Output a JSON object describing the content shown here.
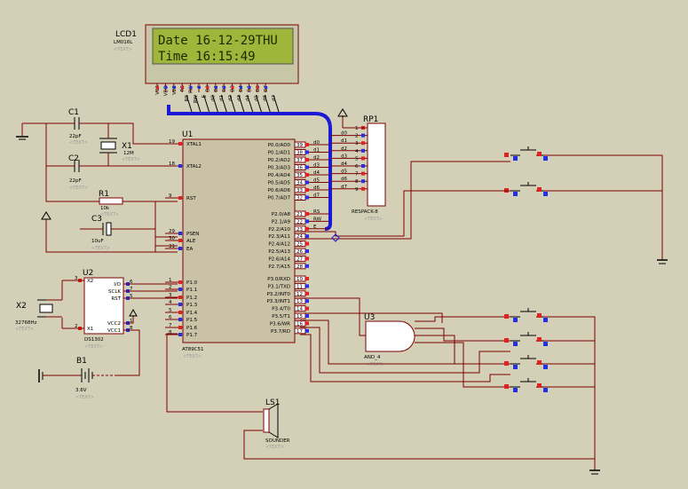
{
  "lcd": {
    "ref": "LCD1",
    "model": "LM016L",
    "text_tag": "<TEXT>",
    "line1": "Date 16-12-29THU",
    "line2": "Time 16:15:49",
    "pins": [
      "VSS",
      "VDD",
      "VEE",
      "RS",
      "RW",
      "E",
      "D0",
      "D1",
      "D2",
      "D3",
      "D4",
      "D5",
      "D6",
      "D7"
    ],
    "bus_pins": [
      "RS",
      "RW",
      "E",
      "d0",
      "d1",
      "d2",
      "d3",
      "d4",
      "d5",
      "d6",
      "d7"
    ],
    "lcd_color": "#9fb63a"
  },
  "mcu": {
    "ref": "U1",
    "model": "AT89C51",
    "text_tag": "<TEXT>",
    "left_pins": [
      {
        "num": "19",
        "name": "XTAL1"
      },
      {
        "num": "18",
        "name": "XTAL2"
      },
      {
        "num": "9",
        "name": "RST"
      },
      {
        "num": "29",
        "name": "PSEN"
      },
      {
        "num": "30",
        "name": "ALE"
      },
      {
        "num": "31",
        "name": "EA"
      },
      {
        "num": "1",
        "name": "P1.0"
      },
      {
        "num": "2",
        "name": "P1.1"
      },
      {
        "num": "3",
        "name": "P1.2"
      },
      {
        "num": "4",
        "name": "P1.3"
      },
      {
        "num": "5",
        "name": "P1.4"
      },
      {
        "num": "6",
        "name": "P1.5"
      },
      {
        "num": "7",
        "name": "P1.6"
      },
      {
        "num": "8",
        "name": "P1.7"
      }
    ],
    "right_pins": [
      {
        "num": "39",
        "name": "P0.0/AD0",
        "net": "d0"
      },
      {
        "num": "38",
        "name": "P0.1/AD1",
        "net": "d1"
      },
      {
        "num": "37",
        "name": "P0.2/AD2",
        "net": "d2"
      },
      {
        "num": "36",
        "name": "P0.3/AD3",
        "net": "d3"
      },
      {
        "num": "35",
        "name": "P0.4/AD4",
        "net": "d4"
      },
      {
        "num": "34",
        "name": "P0.5/AD5",
        "net": "d5"
      },
      {
        "num": "33",
        "name": "P0.6/AD6",
        "net": "d6"
      },
      {
        "num": "32",
        "name": "P0.7/AD7",
        "net": "d7"
      },
      {
        "num": "21",
        "name": "P2.0/A8",
        "net": "RS"
      },
      {
        "num": "22",
        "name": "P2.1/A9",
        "net": "RW"
      },
      {
        "num": "23",
        "name": "P2.2/A10",
        "net": "E"
      },
      {
        "num": "24",
        "name": "P2.3/A11",
        "net": ""
      },
      {
        "num": "25",
        "name": "P2.4/A12",
        "net": ""
      },
      {
        "num": "26",
        "name": "P2.5/A13",
        "net": ""
      },
      {
        "num": "27",
        "name": "P2.6/A14",
        "net": ""
      },
      {
        "num": "28",
        "name": "P2.7/A15",
        "net": ""
      },
      {
        "num": "10",
        "name": "P3.0/RXD",
        "net": ""
      },
      {
        "num": "11",
        "name": "P3.1/TXD",
        "net": ""
      },
      {
        "num": "12",
        "name": "P3.2/INT0",
        "net": ""
      },
      {
        "num": "13",
        "name": "P3.3/INT1",
        "net": ""
      },
      {
        "num": "14",
        "name": "P3.4/T0",
        "net": ""
      },
      {
        "num": "15",
        "name": "P3.5/T1",
        "net": ""
      },
      {
        "num": "16",
        "name": "P3.6/WR",
        "net": ""
      },
      {
        "num": "17",
        "name": "P3.7/RD",
        "net": ""
      }
    ]
  },
  "rp": {
    "ref": "RP1",
    "model": "RESPACK-8",
    "text_tag": "<TEXT>",
    "pins": [
      {
        "num": "1",
        "net": ""
      },
      {
        "num": "2",
        "net": "d0"
      },
      {
        "num": "3",
        "net": "d1"
      },
      {
        "num": "4",
        "net": "d2"
      },
      {
        "num": "5",
        "net": "d3"
      },
      {
        "num": "6",
        "net": "d4"
      },
      {
        "num": "7",
        "net": "d5"
      },
      {
        "num": "8",
        "net": "d6"
      },
      {
        "num": "9",
        "net": "d7"
      }
    ]
  },
  "c1": {
    "ref": "C1",
    "value": "22pF",
    "text_tag": "<TEXT>"
  },
  "c2": {
    "ref": "C2",
    "value": "22pF",
    "text_tag": "<TEXT>"
  },
  "c3": {
    "ref": "C3",
    "value": "10uF",
    "text_tag": "<TEXT>"
  },
  "x1": {
    "ref": "X1",
    "value": "12M",
    "text_tag": "<TEXT>"
  },
  "r1": {
    "ref": "R1",
    "value": "10k",
    "text_tag": "<TEXT>"
  },
  "u2": {
    "ref": "U2",
    "model": "DS1302",
    "text_tag": "<TEXT>",
    "pins": [
      {
        "num": "3",
        "name": "X2"
      },
      {
        "num": "2",
        "name": "X1"
      },
      {
        "num": "6",
        "name": "I/O"
      },
      {
        "num": "7",
        "name": "SCLK"
      },
      {
        "num": "5",
        "name": "RST"
      },
      {
        "num": "1",
        "name": "VCC2"
      },
      {
        "num": "8",
        "name": "VCC1"
      }
    ]
  },
  "x2": {
    "ref": "X2",
    "value": "32768Hz",
    "text_tag": "<TEXT>"
  },
  "b1": {
    "ref": "B1",
    "value": "3.6V",
    "text_tag": "<TEXT>"
  },
  "u3": {
    "ref": "U3",
    "model": "AND_4",
    "text_tag": "<TEXT>"
  },
  "ls1": {
    "ref": "LS1",
    "model": "SOUNDER",
    "text_tag": "<TEXT>"
  },
  "colors": {
    "background": "#d4d0b7",
    "wire": "#7c0000",
    "bus": "#1a1ad6",
    "pin_red": "#e32121",
    "pin_blue": "#2330e6"
  }
}
